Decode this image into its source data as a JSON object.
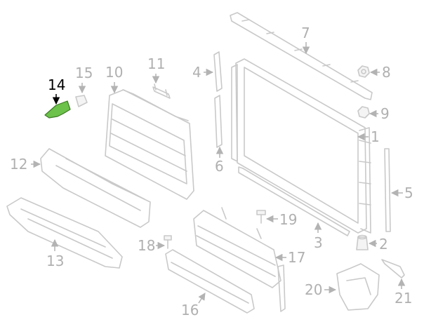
{
  "diagram": {
    "highlight_color": "#6cc24a",
    "line_color": "#c9c9c9",
    "callouts": {
      "p1": "1",
      "p2": "2",
      "p3": "3",
      "p4": "4",
      "p5": "5",
      "p6": "6",
      "p7": "7",
      "p8": "8",
      "p9": "9",
      "p10": "10",
      "p11": "11",
      "p12": "12",
      "p13": "13",
      "p14": "14",
      "p15": "15",
      "p16": "16",
      "p17": "17",
      "p18": "18",
      "p19": "19",
      "p20": "20",
      "p21": "21"
    },
    "highlighted_part": "14"
  }
}
